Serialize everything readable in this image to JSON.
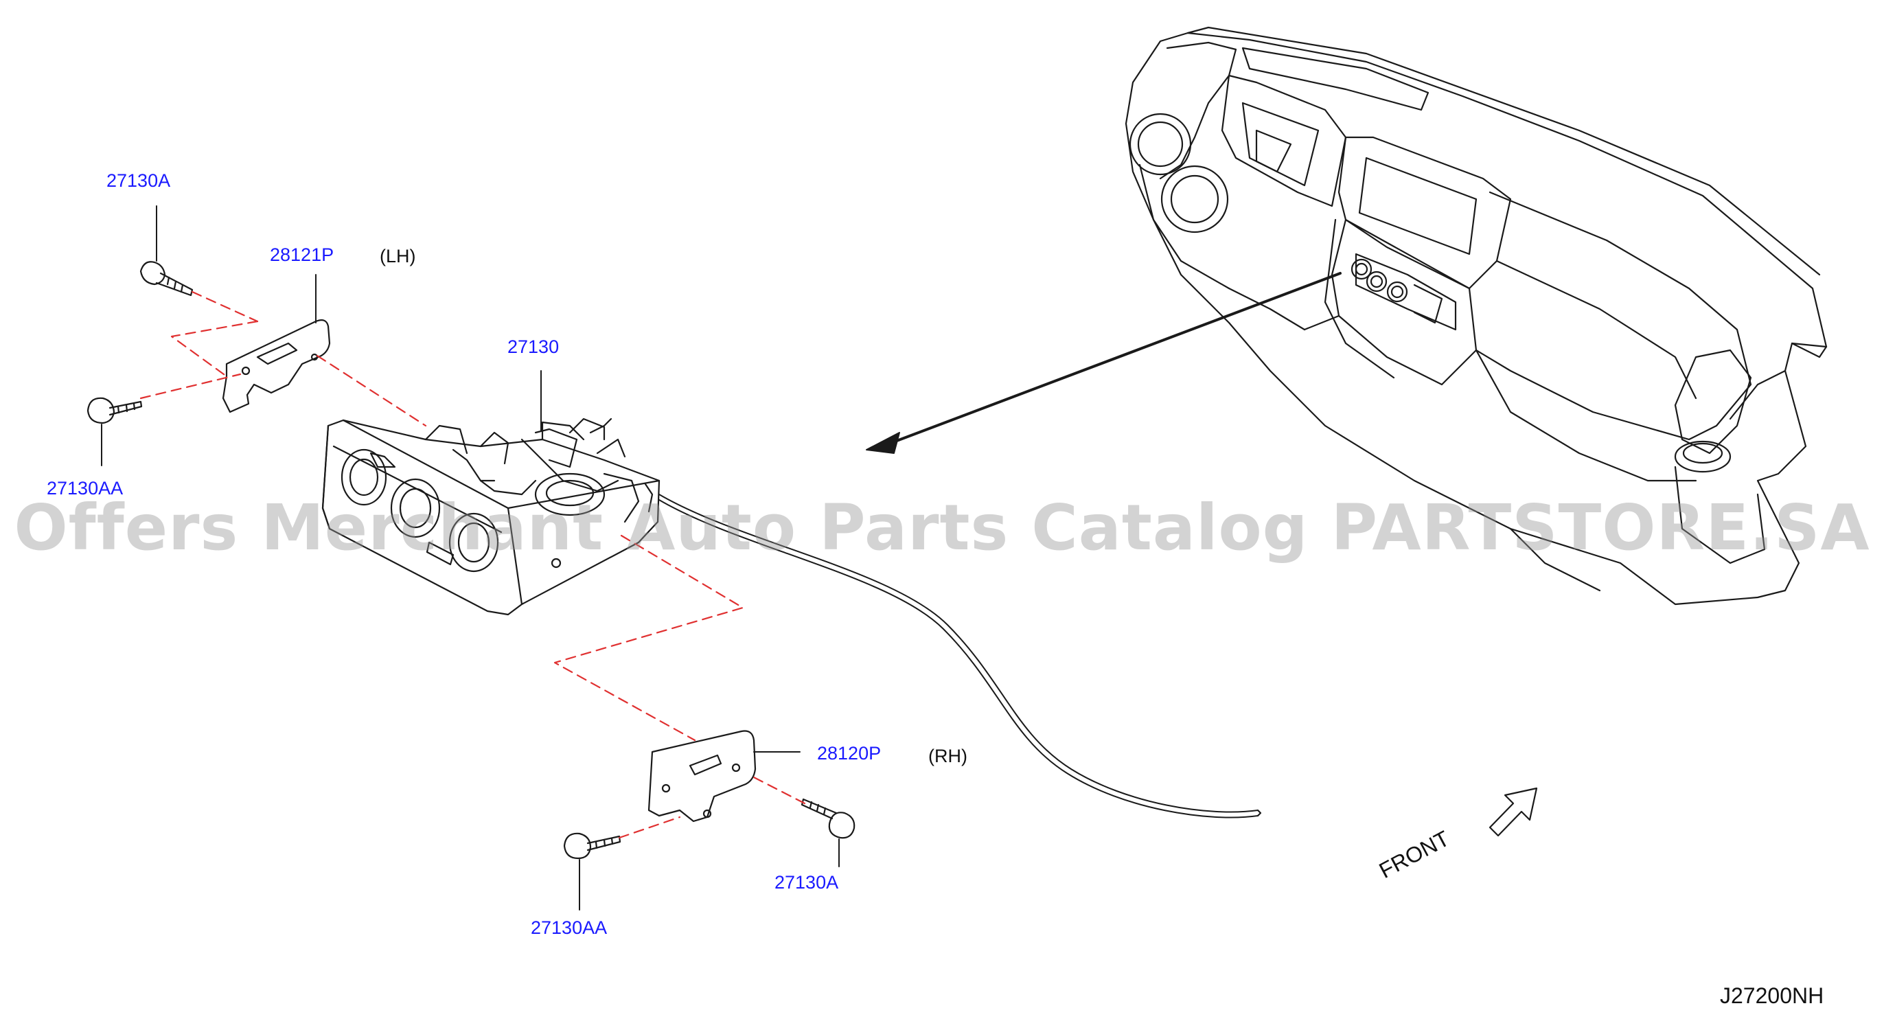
{
  "colors": {
    "line": "#1a1a1a",
    "label": "#1a1aff",
    "dash": "#e03030",
    "watermark": "#969696"
  },
  "callouts": {
    "screw_lh_top": "27130A",
    "bracket_lh": "28121P",
    "bracket_lh_side": "(LH)",
    "control_unit": "27130",
    "screw_lh_bottom": "27130AA",
    "bracket_rh": "28120P",
    "bracket_rh_side": "(RH)",
    "screw_rh_right": "27130A",
    "screw_rh_left": "27130AA"
  },
  "front_label": "FRONT",
  "diagram_code": "J27200NH",
  "watermark": "Offers Merchant Auto Parts Catalog PARTSTORE.SA"
}
